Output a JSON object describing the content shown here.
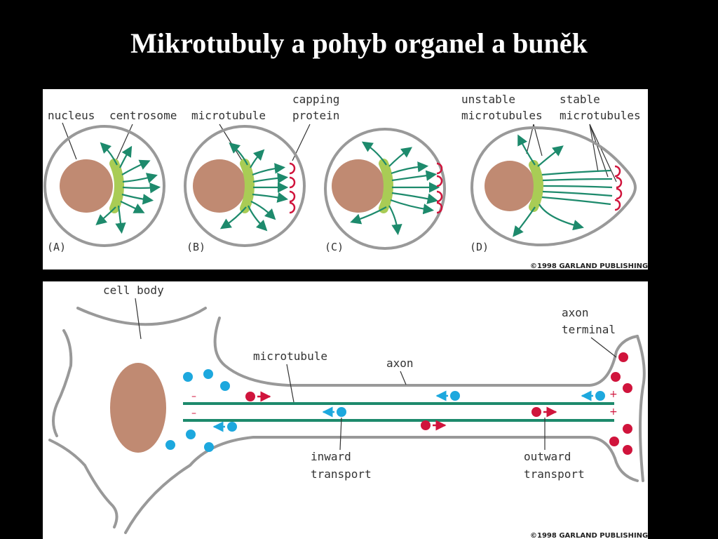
{
  "slide": {
    "title": "Mikrotubuly a pohyb organel a buněk"
  },
  "top_panel": {
    "labels": {
      "nucleus": "nucleus",
      "centrosome": "centrosome",
      "microtubule": "microtubule",
      "capping_line1": "capping",
      "capping_line2": "protein",
      "unstable_line1": "unstable",
      "unstable_line2": "microtubules",
      "stable_line1": "stable",
      "stable_line2": "microtubules"
    },
    "stages": [
      "(A)",
      "(B)",
      "(C)",
      "(D)"
    ],
    "copyright": "©1998 GARLAND PUBLISHING"
  },
  "bottom_panel": {
    "labels": {
      "cell_body": "cell body",
      "microtubule": "microtubule",
      "axon": "axon",
      "axon_terminal_line1": "axon",
      "axon_terminal_line2": "terminal",
      "inward_line1": "inward",
      "inward_line2": "transport",
      "outward_line1": "outward",
      "outward_line2": "transport"
    },
    "minus_sign": "–",
    "plus_sign": "+",
    "copyright": "©1998 GARLAND PUBLISHING"
  },
  "colors": {
    "microtubule_green": "#1d8a6c",
    "centrosome": "#a9cc55",
    "nucleus": "#c08a72",
    "capping_red": "#d0143c",
    "inward_blue": "#1da8de",
    "outward_red": "#d0143c",
    "membrane": "#999999"
  }
}
